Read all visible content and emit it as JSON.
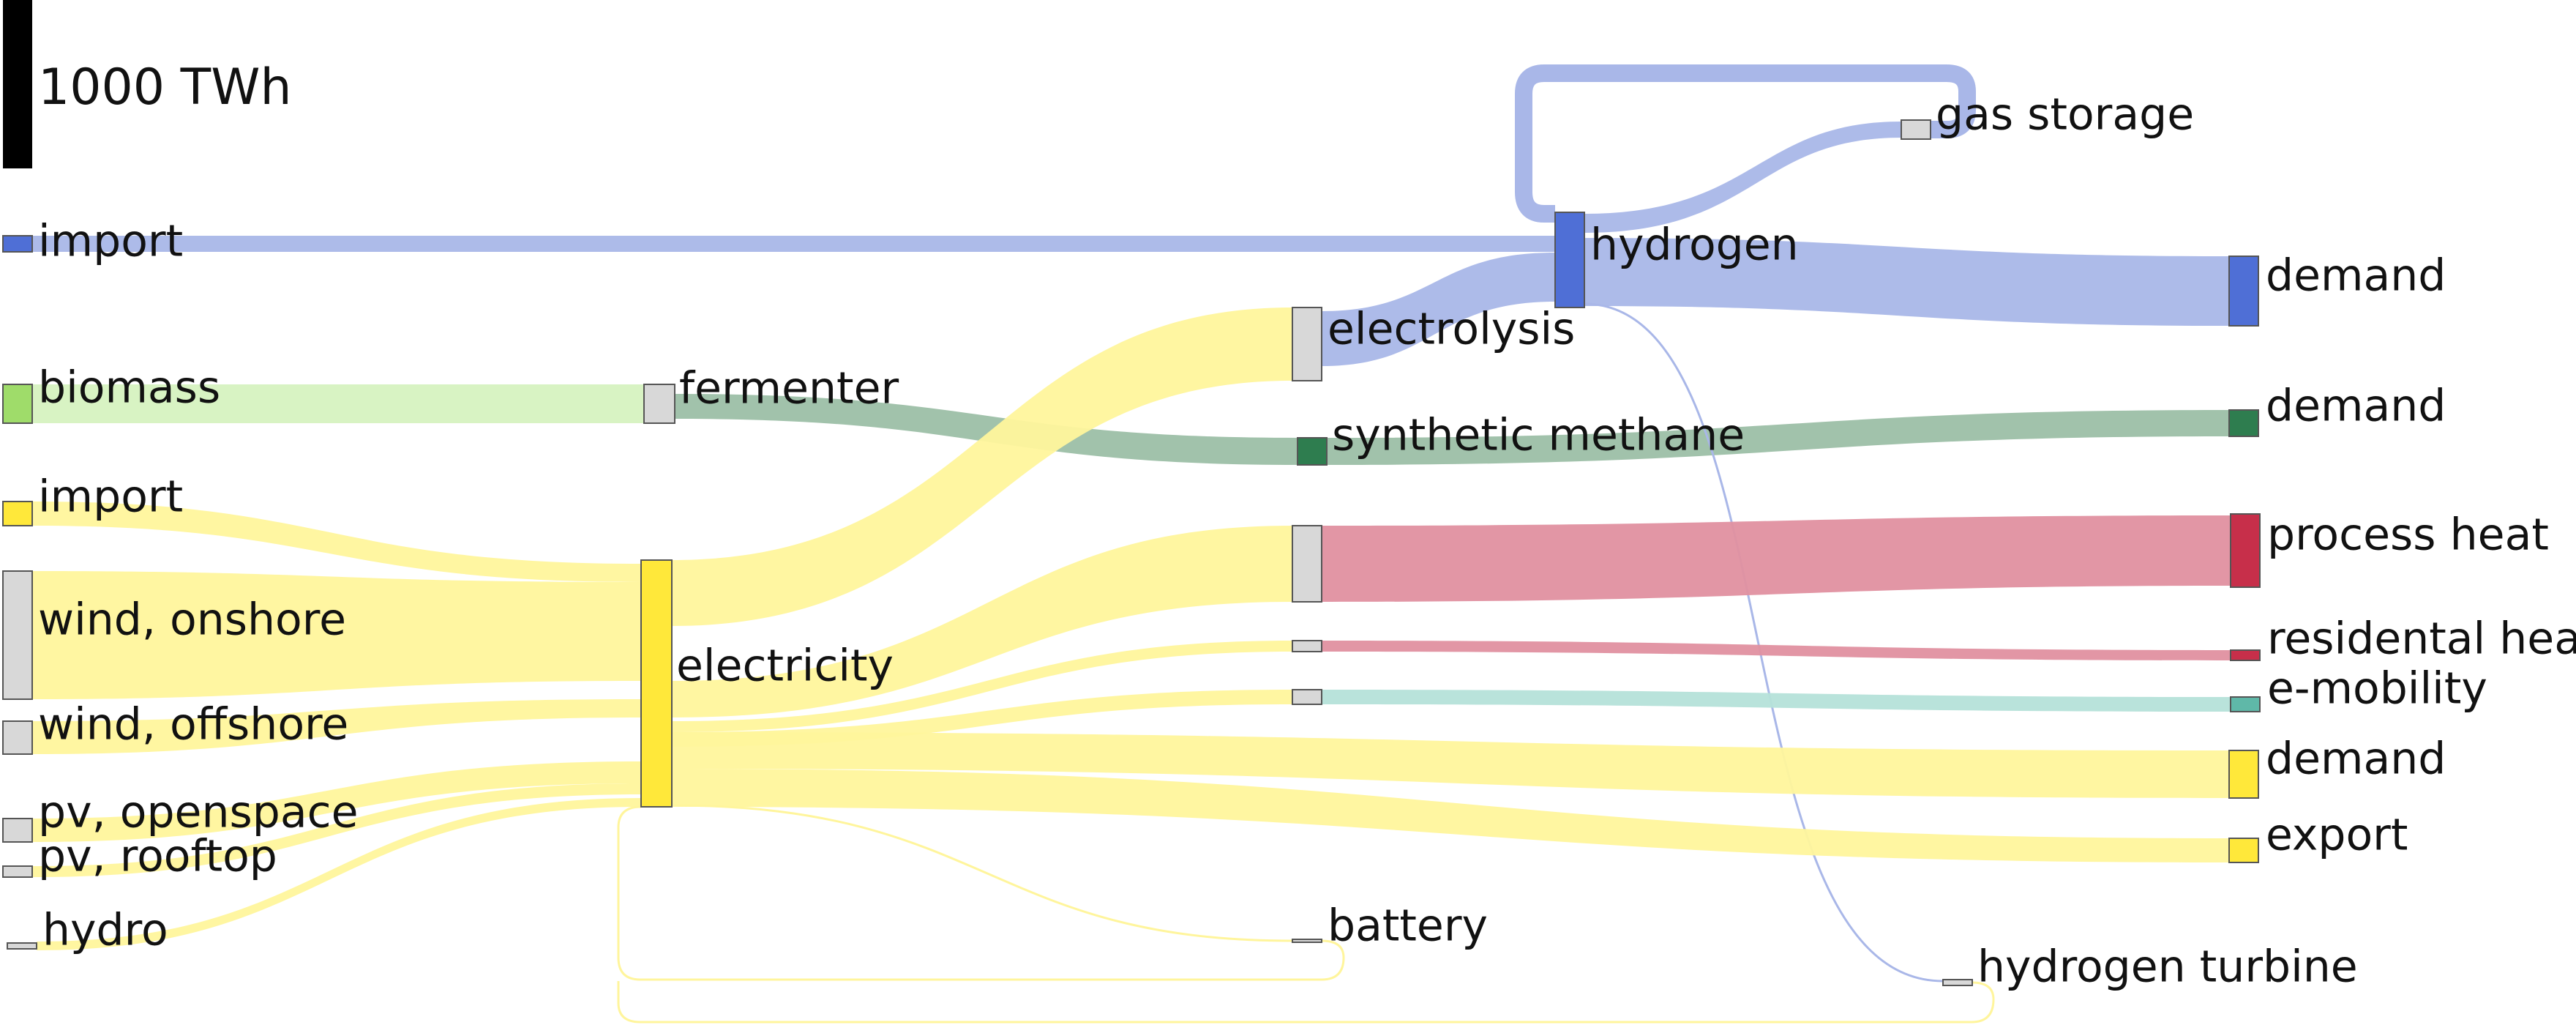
{
  "scale": {
    "label": "1000 TWh",
    "color": "#000000"
  },
  "colors": {
    "hydrogen": "#4f6fd6",
    "hydrogen_flow": "#a9b7e8",
    "biomass": "#9fdc6a",
    "biomass_flow": "#d6f2c0",
    "electricity": "#ffe83a",
    "electricity_flow": "#fff59c",
    "methane": "#2e7d4f",
    "methane_flow": "#9cbfa6",
    "heat": "#c72f4a",
    "heat_flow": "#e090a0",
    "mobility": "#5fb8a8",
    "mobility_flow": "#b5e2d9",
    "neutral": "#d8d8d8"
  },
  "nodes": [
    {
      "id": "scale",
      "label": ""
    },
    {
      "id": "import_h2",
      "label": "import"
    },
    {
      "id": "biomass",
      "label": "biomass"
    },
    {
      "id": "import_el",
      "label": "import"
    },
    {
      "id": "wind_onshore",
      "label": "wind, onshore"
    },
    {
      "id": "wind_offshore",
      "label": "wind, offshore"
    },
    {
      "id": "pv_openspace",
      "label": "pv, openspace"
    },
    {
      "id": "pv_rooftop",
      "label": "pv, rooftop"
    },
    {
      "id": "hydro",
      "label": "hydro"
    },
    {
      "id": "fermenter",
      "label": "fermenter"
    },
    {
      "id": "electricity",
      "label": "electricity"
    },
    {
      "id": "electrolysis",
      "label": "electrolysis"
    },
    {
      "id": "synthetic_methane",
      "label": "synthetic methane"
    },
    {
      "id": "heat_conv",
      "label": ""
    },
    {
      "id": "res_heat_conv",
      "label": ""
    },
    {
      "id": "mobility_conv",
      "label": ""
    },
    {
      "id": "battery",
      "label": "battery"
    },
    {
      "id": "hydrogen",
      "label": "hydrogen"
    },
    {
      "id": "gas_storage",
      "label": "gas storage"
    },
    {
      "id": "hydrogen_turbine",
      "label": "hydrogen turbine"
    },
    {
      "id": "demand_h2",
      "label": "demand"
    },
    {
      "id": "demand_ch4",
      "label": "demand"
    },
    {
      "id": "process_heat",
      "label": "process heat"
    },
    {
      "id": "residental_heat",
      "label": "residental heat"
    },
    {
      "id": "e_mobility",
      "label": "e-mobility"
    },
    {
      "id": "demand_el",
      "label": "demand"
    },
    {
      "id": "export",
      "label": "export"
    }
  ],
  "flows": [
    {
      "from": "import_h2",
      "to": "hydrogen"
    },
    {
      "from": "biomass",
      "to": "fermenter"
    },
    {
      "from": "fermenter",
      "to": "synthetic_methane"
    },
    {
      "from": "import_el",
      "to": "electricity"
    },
    {
      "from": "wind_onshore",
      "to": "electricity"
    },
    {
      "from": "wind_offshore",
      "to": "electricity"
    },
    {
      "from": "pv_openspace",
      "to": "electricity"
    },
    {
      "from": "pv_rooftop",
      "to": "electricity"
    },
    {
      "from": "hydro",
      "to": "electricity"
    },
    {
      "from": "electricity",
      "to": "electrolysis"
    },
    {
      "from": "electricity",
      "to": "heat_conv"
    },
    {
      "from": "electricity",
      "to": "res_heat_conv"
    },
    {
      "from": "electricity",
      "to": "mobility_conv"
    },
    {
      "from": "electricity",
      "to": "demand_el"
    },
    {
      "from": "electricity",
      "to": "export"
    },
    {
      "from": "electricity",
      "to": "battery"
    },
    {
      "from": "battery",
      "to": "electricity"
    },
    {
      "from": "hydrogen_turbine",
      "to": "electricity"
    },
    {
      "from": "electrolysis",
      "to": "hydrogen"
    },
    {
      "from": "hydrogen",
      "to": "gas_storage"
    },
    {
      "from": "gas_storage",
      "to": "hydrogen"
    },
    {
      "from": "hydrogen",
      "to": "demand_h2"
    },
    {
      "from": "hydrogen",
      "to": "hydrogen_turbine"
    },
    {
      "from": "synthetic_methane",
      "to": "demand_ch4"
    },
    {
      "from": "heat_conv",
      "to": "process_heat"
    },
    {
      "from": "res_heat_conv",
      "to": "residental_heat"
    },
    {
      "from": "mobility_conv",
      "to": "e_mobility"
    }
  ]
}
